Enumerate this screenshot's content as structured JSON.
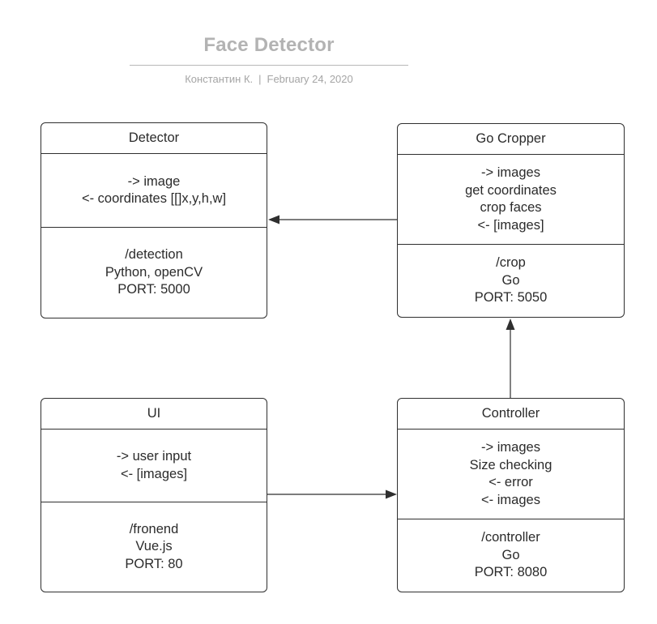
{
  "header": {
    "title": "Face Detector",
    "author": "Константин К.",
    "separator": "|",
    "date": "February 24, 2020"
  },
  "boxes": {
    "detector": {
      "title": "Detector",
      "interface": [
        "-> image",
        "<- coordinates [[]x,y,h,w]"
      ],
      "details": [
        "/detection",
        "Python, openCV",
        "PORT: 5000"
      ]
    },
    "cropper": {
      "title": "Go Cropper",
      "interface": [
        "-> images",
        "get coordinates",
        "crop faces",
        "<- [images]"
      ],
      "details": [
        "/crop",
        "Go",
        "PORT: 5050"
      ]
    },
    "ui": {
      "title": "UI",
      "interface": [
        "-> user input",
        "<- [images]"
      ],
      "details": [
        "/fronend",
        "Vue.js",
        "PORT: 80"
      ]
    },
    "controller": {
      "title": "Controller",
      "interface": [
        "-> images",
        "Size checking",
        "<- error",
        "<- images"
      ],
      "details": [
        "/controller",
        "Go",
        "PORT: 8080"
      ]
    }
  },
  "colors": {
    "line": "#2f2f2f",
    "title": "#b3b3b3",
    "meta": "#a5a5a5"
  }
}
